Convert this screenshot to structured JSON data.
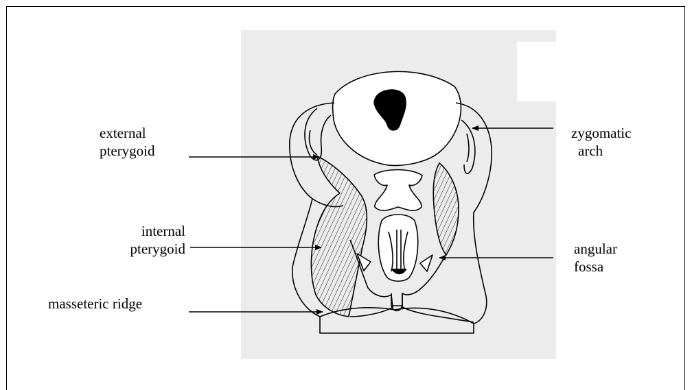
{
  "labels": {
    "external": [
      "external",
      "pterygoid"
    ],
    "internal": [
      "internal",
      "pterygoid"
    ],
    "masseteric": "masseteric ridge",
    "zygomatic": [
      "zygomatic",
      "arch"
    ],
    "angular": [
      "angular",
      "fossa"
    ]
  }
}
